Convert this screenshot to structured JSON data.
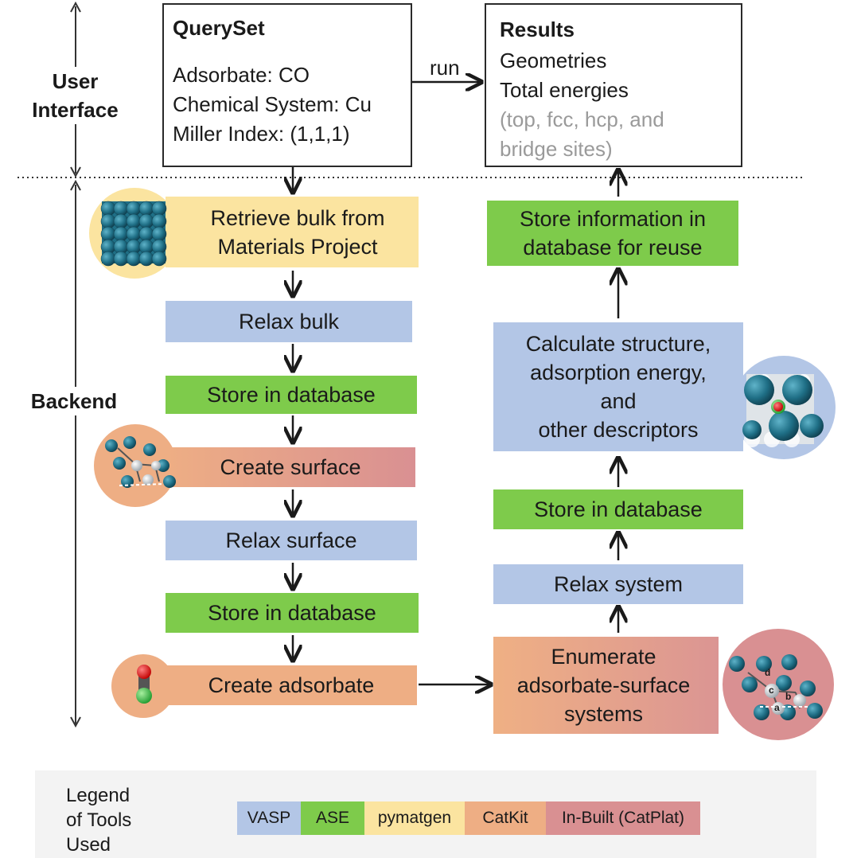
{
  "side_labels": {
    "user_interface": "User\nInterface",
    "backend": "Backend"
  },
  "queryset": {
    "title": "QuerySet",
    "lines": [
      "Adsorbate: CO",
      "Chemical System: Cu",
      "Miller Index: (1,1,1)"
    ]
  },
  "run_label": "run",
  "results": {
    "title": "Results",
    "lines": [
      "Geometries",
      "Total energies"
    ],
    "note": "(top, fcc, hcp, and\nbridge sites)"
  },
  "left_steps": [
    {
      "label": "Retrieve bulk from\nMaterials Project",
      "tool": "pymatgen"
    },
    {
      "label": "Relax bulk",
      "tool": "VASP"
    },
    {
      "label": "Store in database",
      "tool": "ASE"
    },
    {
      "label": "Create surface",
      "tool": "In-Built (CatPlat)"
    },
    {
      "label": "Relax surface",
      "tool": "VASP"
    },
    {
      "label": "Store in database",
      "tool": "ASE"
    },
    {
      "label": "Create adsorbate",
      "tool": "CatKit"
    }
  ],
  "right_steps": [
    {
      "label": "Enumerate\nadsorbate-surface\nsystems",
      "tool": "CatKit"
    },
    {
      "label": "Relax system",
      "tool": "VASP"
    },
    {
      "label": "Store in database",
      "tool": "ASE"
    },
    {
      "label": "Calculate structure,\nadsorption energy,\nand\nother descriptors",
      "tool": "VASP"
    },
    {
      "label": "Store information in\ndatabase for reuse",
      "tool": "ASE"
    }
  ],
  "site_labels": [
    "d",
    "c",
    "a",
    "b"
  ],
  "legend": {
    "title": "Legend\nof Tools\nUsed",
    "items": [
      {
        "label": "VASP",
        "color": "#b3c6e6"
      },
      {
        "label": "ASE",
        "color": "#7ecb4b"
      },
      {
        "label": "pymatgen",
        "color": "#fbe4a0"
      },
      {
        "label": "CatKit",
        "color": "#eeae84"
      },
      {
        "label": "In-Built (CatPlat)",
        "color": "#d99092"
      }
    ]
  },
  "colors": {
    "vasp": "#b3c6e6",
    "ase": "#7ecb4b",
    "pymatgen": "#fbe4a0",
    "catkit": "#eeae84",
    "inbuilt": "#d99092",
    "atom_cu": "#1f6f86",
    "atom_white": "#c9cfd3",
    "atom_o": "#e02020",
    "atom_c": "#3fb83f"
  }
}
